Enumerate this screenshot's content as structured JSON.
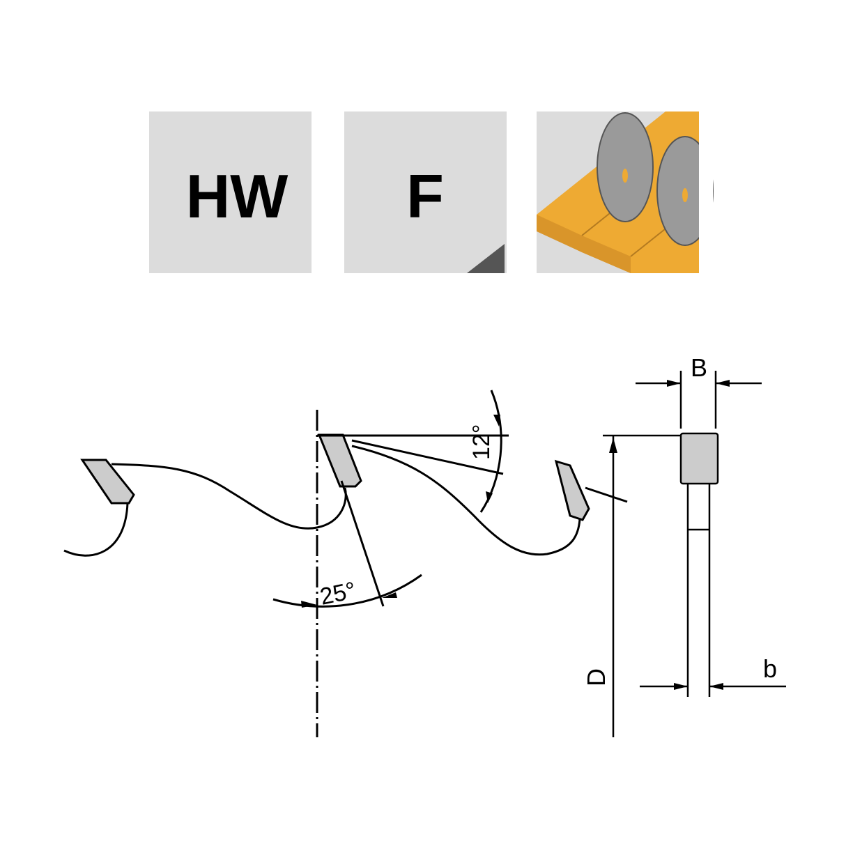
{
  "badges": {
    "material": "HW",
    "tooth_form": "F",
    "application_icon": "ripping-saw-blades-on-board-icon"
  },
  "diagram": {
    "clearance_angle": "12°",
    "hook_angle": "25°",
    "kerf_width_label": "B",
    "diameter_label": "D",
    "body_thickness_label": "b"
  },
  "colors": {
    "badge_bg": "#dcdcdc",
    "tip_fill": "#cccccc",
    "wood": "#eeaa33",
    "blade": "#9a9a9a",
    "corner_mark": "#555555"
  }
}
